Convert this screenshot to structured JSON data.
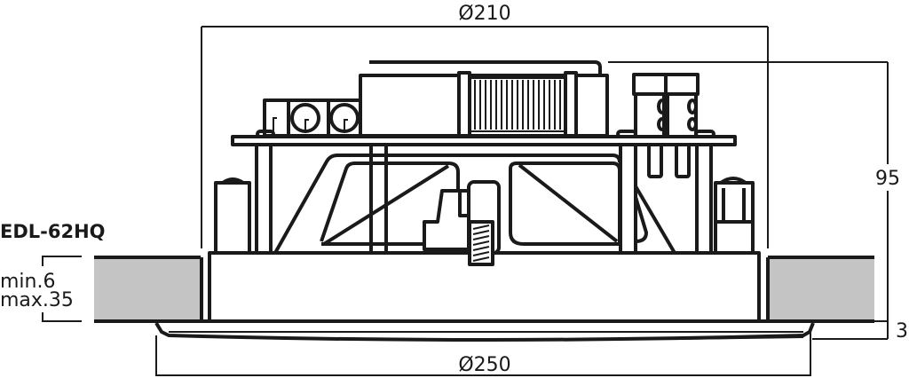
{
  "drawing": {
    "model": "EDL-62HQ",
    "dimensions": {
      "top_diameter": "Ø210",
      "bottom_diameter": "Ø250",
      "height": "95",
      "flange": "3",
      "ceiling_min": "min.6",
      "ceiling_max": "max.35"
    },
    "colors": {
      "line": "#1a1a1a",
      "ceiling_fill": "#c4c4c4",
      "background": "#ffffff"
    }
  }
}
